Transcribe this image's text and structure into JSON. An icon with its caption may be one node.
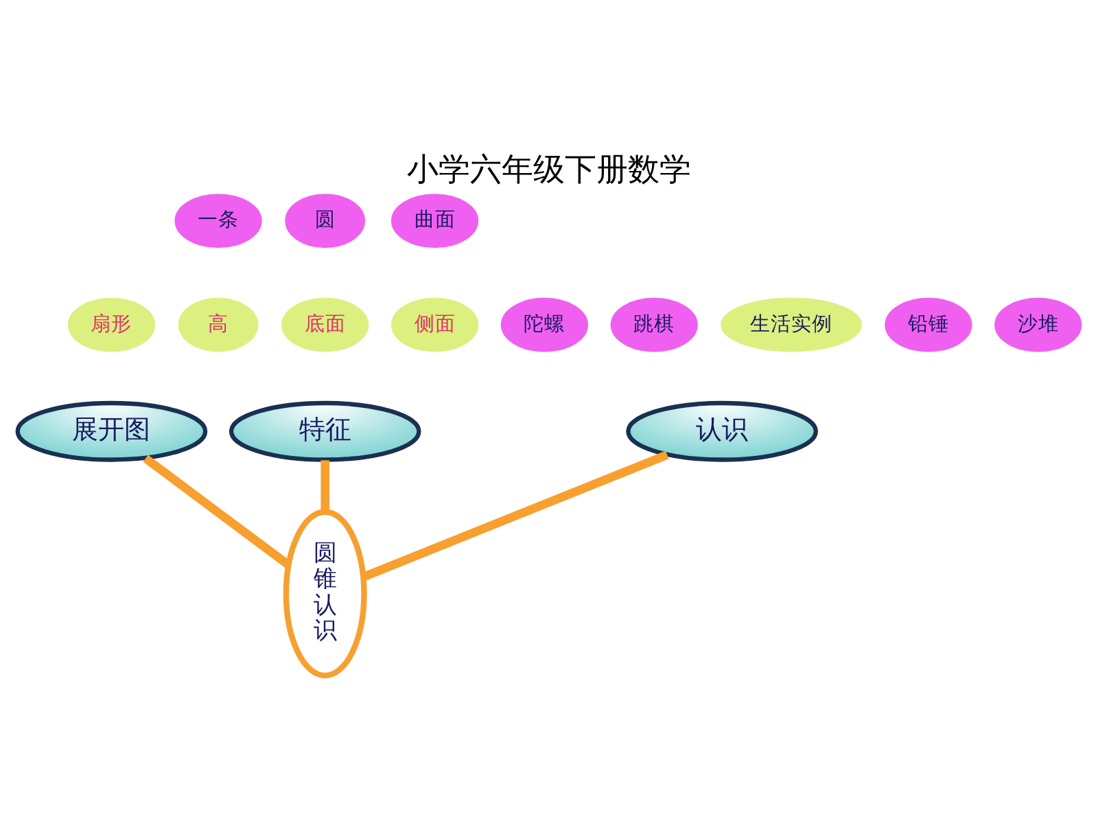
{
  "diagram": {
    "title": "小学六年级下册数学",
    "nodes": [
      {
        "text": [
          "扇形"
        ]
      },
      {
        "text": [
          "一条"
        ]
      },
      {
        "text": [
          "展开图"
        ]
      },
      {
        "text": [
          "陀螺"
        ]
      },
      {
        "text": [
          "高"
        ]
      },
      {
        "text": [
          "跳棋"
        ]
      },
      {
        "text": [
          "圆"
        ]
      },
      {
        "text": [
          "底面"
        ]
      },
      {
        "text": [
          "特征"
        ]
      },
      {
        "text": [
          "认识"
        ]
      },
      {
        "text": [
          "生活实例"
        ]
      },
      {
        "text": [
          "侧面"
        ]
      },
      {
        "text": [
          "铅锤"
        ]
      },
      {
        "text": [
          "沙堆"
        ]
      },
      {
        "text": [
          "曲面"
        ]
      },
      {
        "text": [
          "圆锥认识"
        ]
      }
    ],
    "edges": [
      {
        "from": 15,
        "to": 8,
        "arrow": "none"
      },
      {
        "from": 15,
        "to": 2,
        "arrow": "none"
      },
      {
        "from": 15,
        "to": 9,
        "arrow": "none"
      }
    ]
  }
}
